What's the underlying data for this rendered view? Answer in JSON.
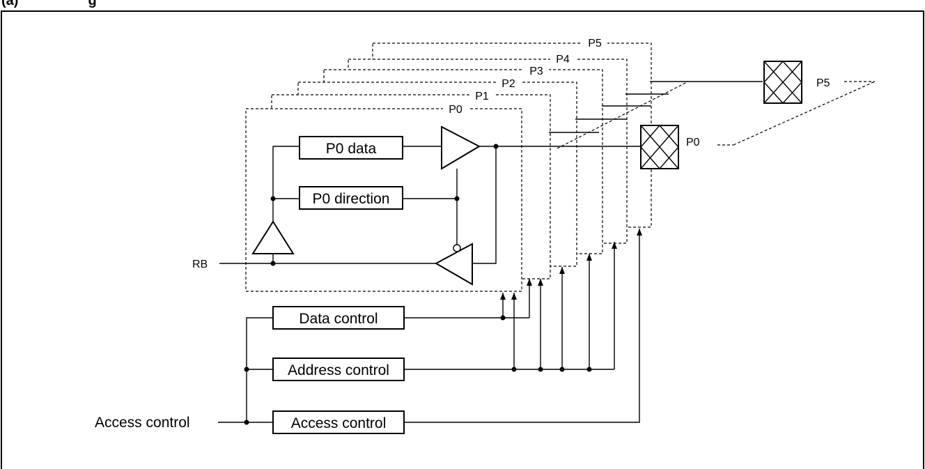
{
  "header": {
    "title_fragment": "(a) Block diagram"
  },
  "planes": {
    "labels": [
      "P0",
      "P1",
      "P2",
      "P3",
      "P4",
      "P5"
    ]
  },
  "blocks": {
    "p0_data": "P0 data",
    "p0_direction": "P0 direction",
    "data_control": "Data control",
    "address_control": "Address control",
    "access_control": "Access control"
  },
  "signals": {
    "rb": "RB",
    "access_control_input": "Access control"
  },
  "pins": {
    "p0": "P0",
    "p5": "P5"
  },
  "icons": {
    "pin_pad": "crossed-pad-icon",
    "buffer": "triangle-buffer-icon"
  }
}
